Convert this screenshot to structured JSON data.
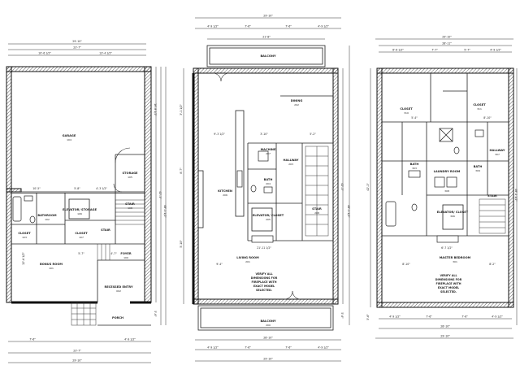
{
  "plans": [
    {
      "id": "first-floor",
      "dims": {
        "top_overall": "29'-10\"",
        "top_inner": "23'-7\"",
        "top_a": "10'-6 1/2\"",
        "top_b": "13'-4 1/2\"",
        "bottom_overall": "29'-10\"",
        "bottom_inner": "23'-7\"",
        "bottom_a": "7'-6\"",
        "bottom_b": "4'-9 1/2\"",
        "right_overall": "48'-1 1/2\"",
        "right_a": "16'-8 1/2\"",
        "right_b": "42'-1\"",
        "right_c": "5'-6\"",
        "left_a": "12'-6 1/2\"",
        "mid_a": "10'-5\"",
        "mid_b": "5'-8\"",
        "mid_c": "4'-3 1/2\"",
        "mid_d": "5'-7\"",
        "mid_e": "4'-7\""
      },
      "rooms": [
        {
          "name": "GARAGE",
          "num": "104"
        },
        {
          "name": "STORAGE",
          "num": "105"
        },
        {
          "name": "BATHROOM",
          "num": "102"
        },
        {
          "name": "ELEVATOR/ STORAGE",
          "num": "106"
        },
        {
          "name": "STAIR",
          "num": "108"
        },
        {
          "name": "CLOSET",
          "num": "103"
        },
        {
          "name": "CLOSET",
          "num": "107"
        },
        {
          "name": "STAIR",
          "num": ""
        },
        {
          "name": "BONUS ROOM",
          "num": "101"
        },
        {
          "name": "FOYER",
          "num": "100"
        },
        {
          "name": "RECESSED ENTRY",
          "num": "002"
        },
        {
          "name": "PORCH",
          "num": ""
        }
      ]
    },
    {
      "id": "second-floor",
      "dims": {
        "top_overall": "29'-10\"",
        "top_a": "4'-9 1/2\"",
        "top_b": "7'-6\"",
        "top_c": "7'-6\"",
        "top_d": "4'-9 1/2\"",
        "top_inner": "21'-8\"",
        "bottom_overall": "29'-10\"",
        "bottom_inner": "28'-10\"",
        "bottom_a": "4'-9 1/2\"",
        "bottom_b": "7'-6\"",
        "bottom_c": "7'-6\"",
        "bottom_d": "4'-9 1/2\"",
        "right_overall": "48'-1 1/2\"",
        "right_a": "42'-1\"",
        "right_b": "5'-6\"",
        "left_a": "3'-1 1/2\"",
        "left_b": "8'-7\"",
        "left_c": "5'-10\"",
        "mid_a": "9'-3 1/2\"",
        "mid_b": "3'-10\"",
        "mid_c": "5'-2\"",
        "mid_d": "9'-4\"",
        "mid_e": "21'-11 1/2\""
      },
      "rooms": [
        {
          "name": "BALCONY",
          "num": ""
        },
        {
          "name": "DINING",
          "num": "202"
        },
        {
          "name": "KITCHEN",
          "num": "206"
        },
        {
          "name": "MACHINE",
          "num": "207"
        },
        {
          "name": "HALLWAY",
          "num": "203"
        },
        {
          "name": "BATH",
          "num": "204"
        },
        {
          "name": "ELEVATOR/ CLOSET",
          "num": "205"
        },
        {
          "name": "STAIR",
          "num": "208"
        },
        {
          "name": "LIVING ROOM",
          "num": "201"
        },
        {
          "name": "BALCONY",
          "num": "200"
        }
      ],
      "note": [
        "VERIFY ALL",
        "DIMENSIONS FOR",
        "FIREPLACE WITH",
        "EXACT MODEL",
        "SELECTED."
      ]
    },
    {
      "id": "third-floor",
      "dims": {
        "top_overall": "29'-10\"",
        "top_inner": "28'-11\"",
        "top_a": "6'-6 1/2\"",
        "top_b": "7'-7\"",
        "top_c": "5'-7\"",
        "top_d": "4'-9 1/2\"",
        "bottom_overall": "29'-10\"",
        "bottom_inner": "28'-10\"",
        "bottom_a": "4'-9 1/2\"",
        "bottom_b": "7'-6\"",
        "bottom_c": "7'-6\"",
        "bottom_d": "4'-9 1/2\"",
        "right_overall": "48'-1 1/2\"",
        "right_a": "42'-1\"",
        "right_b": "5'-6\"",
        "mid_a": "8'-10\"",
        "mid_b": "6'-7 1/2\"",
        "mid_c": "8'-2\"",
        "mid_d": "5'-4\"",
        "mid_e": "8'-10\""
      },
      "rooms": [
        {
          "name": "CLOSET",
          "num": "310"
        },
        {
          "name": "CLOSET",
          "num": "311"
        },
        {
          "name": "BATH",
          "num": "303"
        },
        {
          "name": "HALLWAY",
          "num": "307"
        },
        {
          "name": "LAUNDRY ROOM",
          "num": "308"
        },
        {
          "name": "BATH",
          "num": "309"
        },
        {
          "name": "ELEVATOR/ CLOSET",
          "num": "306"
        },
        {
          "name": "STAIR",
          "num": ""
        },
        {
          "name": "MASTER BEDROOM",
          "num": "301"
        }
      ],
      "note": [
        "VERIFY ALL",
        "DIMENSIONS FOR",
        "FIREPLACE WITH",
        "EXACT MODEL",
        "SELECTED."
      ]
    }
  ]
}
